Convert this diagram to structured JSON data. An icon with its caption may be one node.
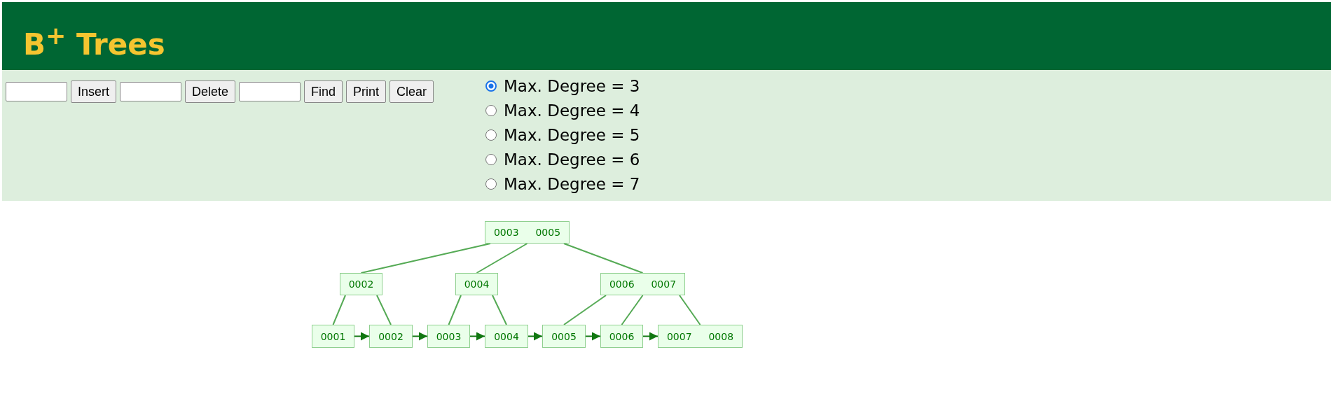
{
  "diagram": {
    "title": "B$^{+}$ Trees",
    "nodes": [
      {
        "text": [
          "0003",
          "0005"
        ]
      },
      {
        "text": [
          "0002"
        ]
      },
      {
        "text": [
          "0004"
        ]
      },
      {
        "text": [
          "0006",
          "0007"
        ]
      },
      {
        "text": [
          "0001"
        ]
      },
      {
        "text": [
          "0002"
        ]
      },
      {
        "text": [
          "0003"
        ]
      },
      {
        "text": [
          "0004"
        ]
      },
      {
        "text": [
          "0005"
        ]
      },
      {
        "text": [
          "0006"
        ]
      },
      {
        "text": [
          "0007",
          "0008"
        ]
      }
    ],
    "edges": [
      {
        "from": 0,
        "to": 1,
        "arrow": "none"
      },
      {
        "from": 0,
        "to": 2,
        "arrow": "none"
      },
      {
        "from": 0,
        "to": 3,
        "arrow": "none"
      },
      {
        "from": 1,
        "to": 4,
        "arrow": "none"
      },
      {
        "from": 1,
        "to": 5,
        "arrow": "none"
      },
      {
        "from": 2,
        "to": 6,
        "arrow": "none"
      },
      {
        "from": 2,
        "to": 7,
        "arrow": "none"
      },
      {
        "from": 3,
        "to": 8,
        "arrow": "none"
      },
      {
        "from": 3,
        "to": 9,
        "arrow": "none"
      },
      {
        "from": 3,
        "to": 10,
        "arrow": "none"
      },
      {
        "from": 4,
        "to": 5,
        "arrow": "to"
      },
      {
        "from": 5,
        "to": 6,
        "arrow": "to"
      },
      {
        "from": 6,
        "to": 7,
        "arrow": "to"
      },
      {
        "from": 7,
        "to": 8,
        "arrow": "to"
      },
      {
        "from": 8,
        "to": 9,
        "arrow": "to"
      },
      {
        "from": 9,
        "to": 10,
        "arrow": "to"
      }
    ],
    "labels": [
      "Insert",
      "Delete",
      "Find",
      "Print",
      "Clear",
      "Max. Degree = 3",
      "Max. Degree = 4",
      "Max. Degree = 5",
      "Max. Degree = 6",
      "Max. Degree = 7"
    ]
  }
}
